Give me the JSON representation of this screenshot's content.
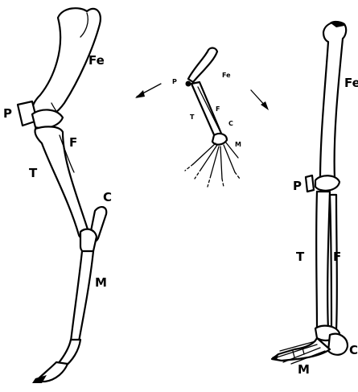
{
  "figure": {
    "background": "#ffffff",
    "ink": "#000000",
    "left_limb": {
      "labels": {
        "femur": "Fe",
        "patella": "P",
        "fibula": "F",
        "tibia": "T",
        "calcaneus": "C",
        "metatarsal": "M"
      }
    },
    "center_limb": {
      "labels": {
        "patella": "P",
        "femur": "Fe",
        "tibia": "T",
        "fibula": "F",
        "calcaneus": "C",
        "metatarsal": "M"
      }
    },
    "right_limb": {
      "labels": {
        "femur": "Fe",
        "patella": "P",
        "tibia": "T",
        "fibula": "F",
        "calcaneus": "C",
        "metatarsal": "M"
      }
    }
  }
}
